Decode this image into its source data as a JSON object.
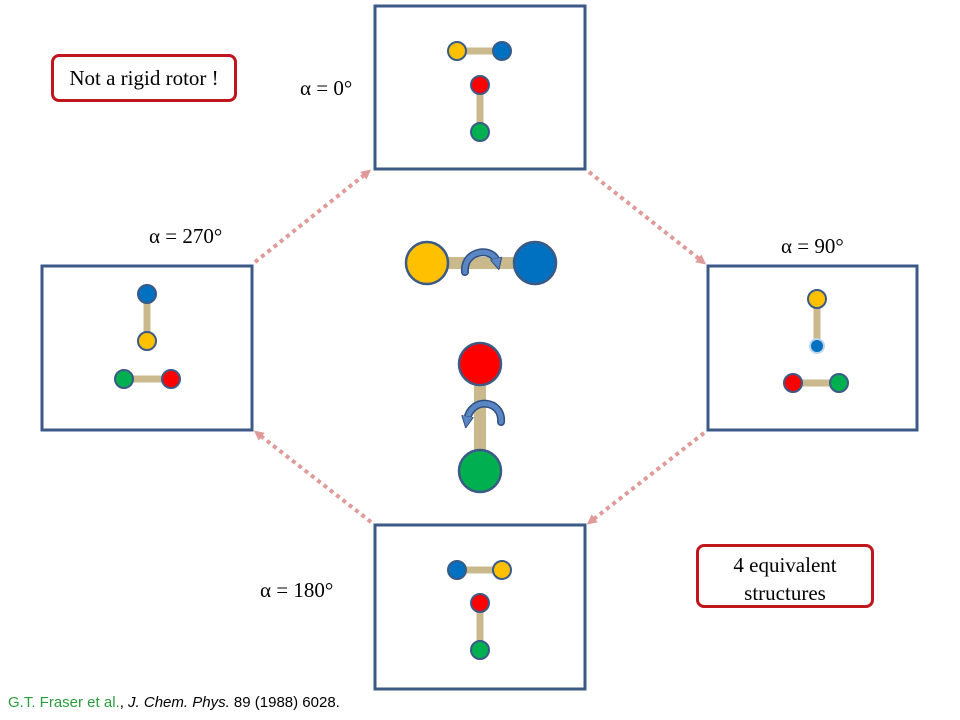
{
  "title_note": "Not a rigid rotor !",
  "summary_note": {
    "line1": "4 equivalent",
    "line2": "structures"
  },
  "angles": {
    "top": "α = 0°",
    "right": "α = 90°",
    "bottom": "α = 180°",
    "left": "α = 270°"
  },
  "citation": {
    "authors": "G.T. Fraser et al.",
    "sep": ", ",
    "journal": "J. Chem. Phys.",
    "details": " 89 (1988) 6028."
  },
  "colors": {
    "yellow": "#ffc000",
    "blue": "#0070c0",
    "red": "#ff0000",
    "green": "#00b050",
    "bond": "#c9b98d",
    "frame": "#3b5a86",
    "arrow": "#e09a9a",
    "rotate_arrow": "#5b86c4"
  }
}
